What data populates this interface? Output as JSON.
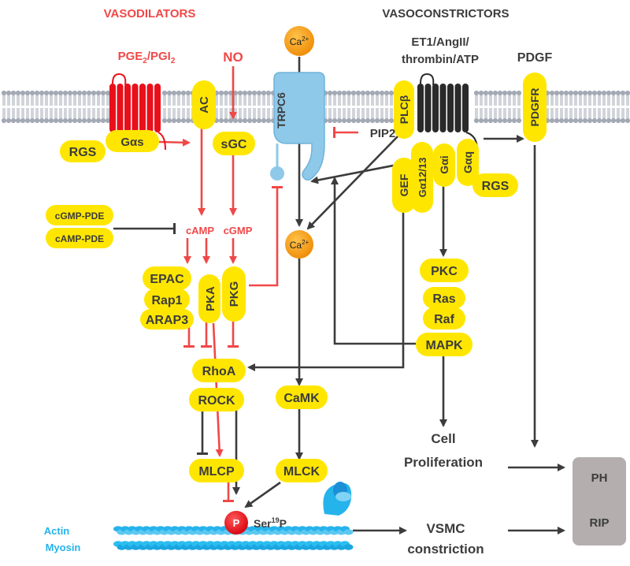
{
  "headings": {
    "vasodilators": "VASODILATORS",
    "vasoconstrictors": "VASOCONSTRICTORS"
  },
  "ligands": {
    "pge_pre": "PGE",
    "pge_sub": "2",
    "pge_mid": "/PGI",
    "pge_sub2": "2",
    "no": "NO",
    "et1_line1": "ET1/AngII/",
    "et1_line2": "thrombin/ATP",
    "pdgf": "PDGF"
  },
  "ions": {
    "ca_base": "Ca",
    "ca_sup": "2+"
  },
  "membrane_labels": {
    "trpc6": "TRPC6",
    "ac": "AC",
    "plcb": "PLCβ",
    "pdgfr": "PDGFR",
    "pip2": "PIP2"
  },
  "labels": {
    "gas": "Gαs",
    "rgs_left": "RGS",
    "sgc": "sGC",
    "gef": "GEF",
    "g1213": "Gα12/13",
    "gi": "Gαi",
    "gq": "Gαq",
    "rgs_right": "RGS",
    "cgmp_pde": "cGMP-PDE",
    "camp_pde": "cAMP-PDE",
    "camp": "cAMP",
    "cgmp": "cGMP",
    "epac": "EPAC",
    "rap1": "Rap1",
    "arap3": "ARAP3",
    "pka": "PKA",
    "pkg": "PKG",
    "pkc": "PKC",
    "ras": "Ras",
    "raf": "Raf",
    "mapk": "MAPK",
    "rhoa": "RhoA",
    "rock": "ROCK",
    "camk": "CaMK",
    "mlcp": "MLCP",
    "mlck": "MLCK",
    "p": "P",
    "ser_pre": "Ser",
    "ser_sup": "19",
    "ser_post": "P",
    "actin": "Actin",
    "myosin": "Myosin",
    "cell_line1": "Cell",
    "cell_line2": "Proliferation",
    "vsmc_line1": "VSMC",
    "vsmc_line2": "constriction",
    "ph": "PH",
    "rip": "RIP"
  },
  "colors": {
    "dilator_red": "#f04848",
    "receptor_red": "#e8101a",
    "yellow": "#ffe600",
    "calcium": "#f29c0c",
    "trpc6": "#8ec9ea",
    "arrow_dark": "#3c3c3c",
    "actin_blue": "#25b3ec",
    "outcome_box": "#b4aeae",
    "membrane": "#a3a9b4"
  }
}
